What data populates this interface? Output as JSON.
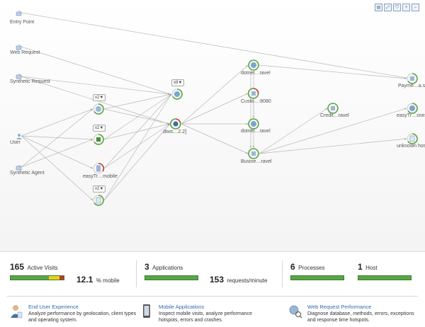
{
  "toolbar": {
    "buttons": [
      {
        "name": "layout-icon",
        "glyph": "▤"
      },
      {
        "name": "fit-to-screen-icon",
        "glyph": "⤢"
      },
      {
        "name": "filter-icon",
        "glyph": "⛉"
      },
      {
        "name": "zoom-in-icon",
        "glyph": "+"
      },
      {
        "name": "zoom-out-icon",
        "glyph": "−"
      }
    ]
  },
  "flow": {
    "sources": [
      {
        "id": "entry-point",
        "label": "Entry Point"
      },
      {
        "id": "web-request",
        "label": "Web Request"
      },
      {
        "id": "synthetic-request",
        "label": "Synthetic Request"
      },
      {
        "id": "user",
        "label": "User"
      },
      {
        "id": "synthetic-agent",
        "label": "Synthetic Agent"
      }
    ],
    "nodes": [
      {
        "id": "n-web",
        "label": "",
        "multiplier": "x2▼",
        "ring": "#5aa545"
      },
      {
        "id": "n-cube",
        "label": "",
        "multiplier": "x2▼",
        "ring": "#5aa545"
      },
      {
        "id": "n-mobile",
        "label": "easyTr…mobile",
        "multiplier": "",
        "ring": "#c0392b"
      },
      {
        "id": "n-doc",
        "label": "",
        "multiplier": "x2▼",
        "ring": "#5aa545"
      },
      {
        "id": "n-x8",
        "label": "",
        "multiplier": "x8▼",
        "ring": "#5aa545"
      },
      {
        "id": "n-dtws",
        "label": "dtws…2.2]",
        "multiplier": "",
        "ring": "#c0392b"
      },
      {
        "id": "n-dotnet1",
        "label": "dotnet…ravel",
        "multiplier": "",
        "ring": "#5aa545"
      },
      {
        "id": "n-custo",
        "label": "Custo…:8080",
        "multiplier": "",
        "ring": "#c0392b"
      },
      {
        "id": "n-dotnet2",
        "label": "dotnet…ravel",
        "multiplier": "",
        "ring": "#5aa545"
      },
      {
        "id": "n-busin",
        "label": "Busine…ravel",
        "multiplier": "",
        "ring": "#5aa545"
      },
      {
        "id": "n-credit",
        "label": "Credit…ravel",
        "multiplier": "",
        "ring": "#5aa545"
      },
      {
        "id": "n-payme",
        "label": "Payme…a.sc",
        "multiplier": "",
        "ring": "#5aa545"
      },
      {
        "id": "n-easytr",
        "label": "easyTr…snes",
        "multiplier": "",
        "ring": "#5aa545"
      },
      {
        "id": "n-unknown",
        "label": "unknown hos",
        "multiplier": "",
        "ring": "#5aa545"
      }
    ]
  },
  "stats": {
    "visits": {
      "value": "165",
      "label": "Active Visits",
      "segments": [
        {
          "color": "#5aa545",
          "fraction": 0.72
        },
        {
          "color": "#e6d21a",
          "fraction": 0.2
        },
        {
          "color": "#c0392b",
          "fraction": 0.08
        }
      ]
    },
    "mobile": {
      "value": "12.1",
      "label": "% mobile"
    },
    "applications": {
      "value": "3",
      "label": "Applications",
      "fill": 1.0
    },
    "requests": {
      "value": "153",
      "label": "requests/minute"
    },
    "processes": {
      "value": "6",
      "label": "Processes",
      "fill": 1.0
    },
    "hosts": {
      "value": "1",
      "label": "Host",
      "fill": 1.0
    }
  },
  "features": [
    {
      "title": "End User Experience",
      "desc": "Analyze performance by geolocation, client types and operating system.",
      "icon": "user-experience-icon"
    },
    {
      "title": "Mobile Applications",
      "desc": "Inspect mobile visits, analyze performance hotspots, errors and crashes.",
      "icon": "mobile-device-icon"
    },
    {
      "title": "Web Request Performance",
      "desc": "Diagnose database, methods, errors, exceptions and response time hotspots.",
      "icon": "web-request-performance-icon"
    }
  ]
}
